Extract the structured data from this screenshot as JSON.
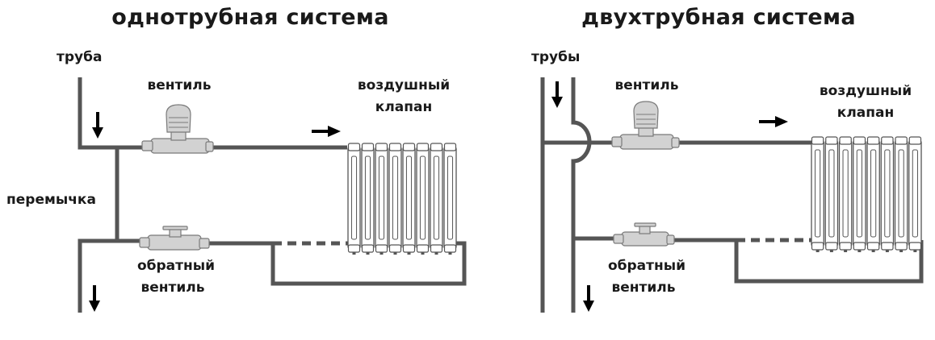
{
  "colors": {
    "pipe": "#555555",
    "arrow": "#000000",
    "valve_body": "#d2d2d2",
    "valve_outline": "#7a7a7a",
    "radiator_fill": "#ffffff",
    "radiator_line": "#555555",
    "text": "#1a1a1a"
  },
  "one_pipe": {
    "title": "однотрубная система",
    "pipe_label": "труба",
    "valve_label": "вентиль",
    "air_valve_label": [
      "воздушный",
      "клапан"
    ],
    "bypass_label": "перемычка",
    "return_valve_label": [
      "обратный",
      "вентиль"
    ]
  },
  "two_pipe": {
    "title": "двухтрубная система",
    "pipes_label": "трубы",
    "valve_label": "вентиль",
    "air_valve_label": [
      "воздушный",
      "клапан"
    ],
    "return_valve_label": [
      "обратный",
      "вентиль"
    ]
  }
}
